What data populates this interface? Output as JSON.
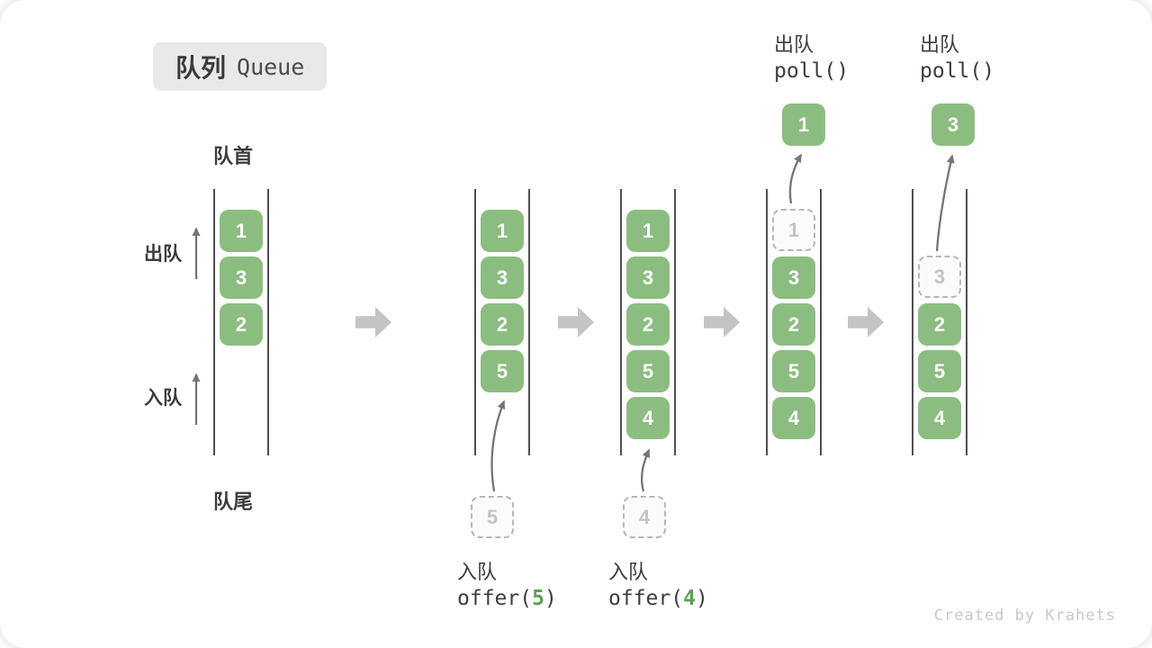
{
  "title": {
    "zh": "队列",
    "en": "Queue"
  },
  "side_labels": {
    "front": "队首",
    "rear": "队尾",
    "dequeue": "出队",
    "enqueue": "入队"
  },
  "queues": [
    {
      "items": [
        "1",
        "3",
        "2"
      ]
    },
    {
      "items": [
        "1",
        "3",
        "2",
        "5"
      ],
      "incoming": "5",
      "op": {
        "action": "入队",
        "fn_pre": "offer(",
        "arg": "5",
        "fn_post": ")"
      }
    },
    {
      "items": [
        "1",
        "3",
        "2",
        "5",
        "4"
      ],
      "incoming": "4",
      "op": {
        "action": "入队",
        "fn_pre": "offer(",
        "arg": "4",
        "fn_post": ")"
      }
    },
    {
      "removed": "1",
      "items": [
        "3",
        "2",
        "5",
        "4"
      ],
      "out": "1",
      "op": {
        "action": "出队",
        "fn": "poll()"
      }
    },
    {
      "removed": "3",
      "items": [
        "2",
        "5",
        "4"
      ],
      "out": "3",
      "op": {
        "action": "出队",
        "fn": "poll()"
      }
    }
  ],
  "watermark": "Created by Krahets",
  "colors": {
    "box_green": "#8cbd80",
    "accent_green": "#5fa052",
    "block_arrow_gray": "#c4c4c4",
    "queue_line": "#4f4f4f",
    "text_dark": "#3c3c3c",
    "dashed_border": "#b7b7b7",
    "watermark_gray": "#c8c8c8"
  }
}
